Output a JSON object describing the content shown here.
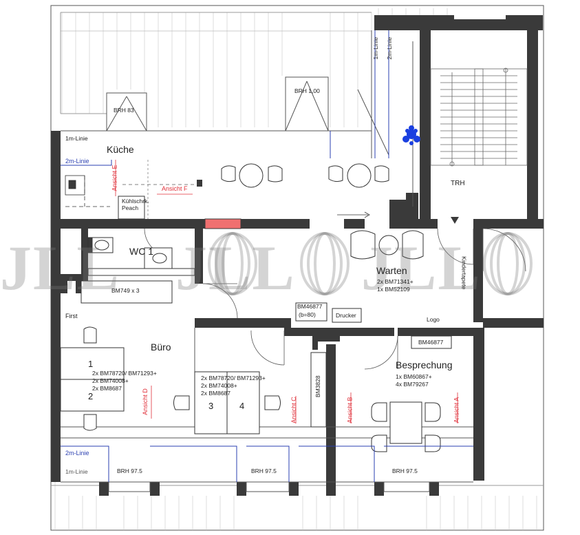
{
  "rooms": {
    "kueche": "Küche",
    "wc": "WC 1",
    "buero": "Büro",
    "warten": "Warten",
    "besprechung": "Besprechung",
    "trh": "TRH",
    "first": "First"
  },
  "furniture": {
    "kuehlschrank_line1": "Kühlschrk.",
    "kuehlschrank_line2": "Peach",
    "bm749": "BM749 x 3",
    "bm46877_top": "BM46877",
    "bm46877_sub": "(b=80)",
    "drucker": "Drucker",
    "logo": "Logo",
    "bm46877_right": "BM46877",
    "bm3828": "BM3828",
    "kindertapete": "Kindertapete"
  },
  "annotations": {
    "warten_line1": "2x BM71341+",
    "warten_line2": "1x BM52109",
    "besp_line1": "1x BM60867+",
    "besp_line2": "4x BM79267",
    "desk1": "1",
    "desk2": "2",
    "desk3": "3",
    "desk4": "4",
    "desks12_line1": "2x BM78720/ BM71293+",
    "desks12_line2": "2x BM74008+",
    "desks12_line3": "2x BM8687",
    "desks34_line1": "2x BM78720/ BM71293+",
    "desks34_line2": "2x BM74008+",
    "desks34_line3": "2x BM8687"
  },
  "window_heights": {
    "brh83": "BRH 83",
    "brh100": "BRH 1,00",
    "brh975_left": "BRH 97.5",
    "brh975_mid": "BRH 97.5",
    "brh975_right": "BRH 97.5"
  },
  "lines": {
    "m1_top": "1m-Linie",
    "m2_top": "2m-Linie",
    "m1_vert": "1m-Linie",
    "m2_vert": "2m-Linie",
    "m2_bottom": "2m-Linie",
    "m1_bottom": "1m-Linie"
  },
  "views": {
    "ansicht_a": "Ansicht A",
    "ansicht_b": "Ansicht B",
    "ansicht_c": "Ansicht C",
    "ansicht_d": "Ansicht D",
    "ansicht_e": "Ansicht E",
    "ansicht_f": "Ansicht F"
  },
  "watermark": {
    "text": "JLL"
  },
  "colors": {
    "wall": "#3a3a3a",
    "measure_red": "#e0303a",
    "line_blue": "#2a3fb0",
    "highlight": "#f07070",
    "plant": "#1a3fe0"
  }
}
